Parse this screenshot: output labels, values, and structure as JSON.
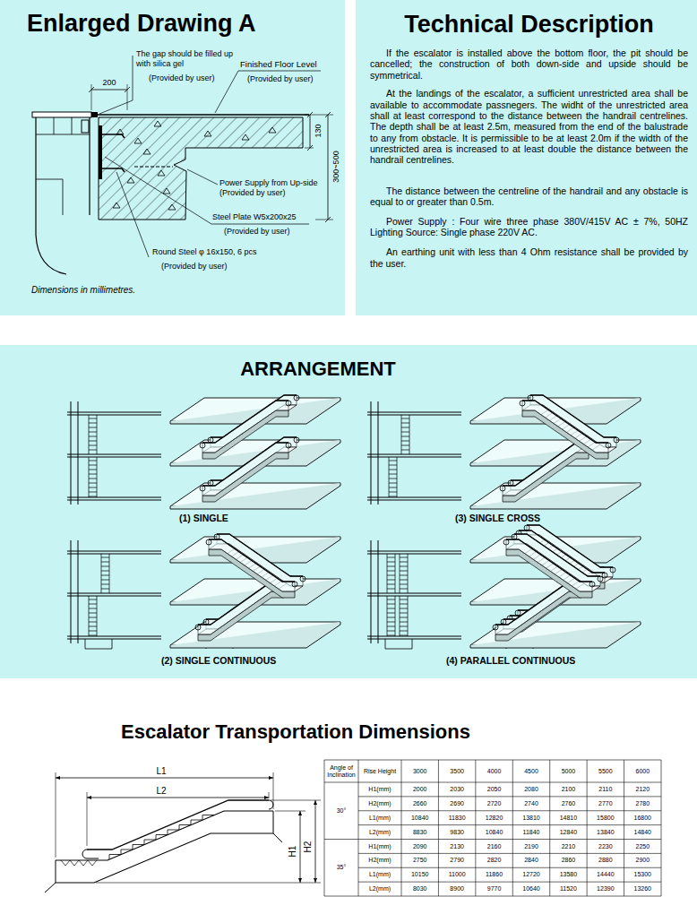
{
  "diagram": {
    "nodes": [
      {
        "text": [
          "Enlarged Drawing A"
        ]
      },
      {
        "text": [
          "Technical Description",
          "If the escalator is installed above the bottom floor, the pit should be cancelled; the construction of both down-side and upside should be symmetrical.",
          "At the landings of the escalator, a sufficient unrestricted area shall be available to accommodate passnegers. The widht of the unrestricted area shall at least correspond to the distance between the handrail centrelines. The depth shall be at least 2.5m, measured from the end of the balustrade to any from obstacle. It is permissible to be at least 2.0m if the width of the unrestricted area is increased to at least double the distance between the handrail centrelines.",
          "The distance between the centreline of the handrail and any obstacle is equal to or greater than 0.5m.",
          "Power Supply : Four wire three phase 380V/415V AC ± 7%, 50HZ Lighting Source: Single phase 220V AC.",
          "An earthing unit with less than 4 Ohm resistance shall be provided by the user."
        ]
      },
      {
        "text": [
          "ARRANGEMENT"
        ]
      }
    ],
    "labels": [
      "The gap should be filled up with silica gel",
      "(Provided by user)",
      "Finished Floor Level",
      "(Provided by user)",
      "200",
      "130",
      "300~500",
      "Power Supply from Up-side (Provided by user)",
      "Steel Plate W5x200x25",
      "(Provided by user)",
      "Round Steel φ 16x150, 6 pcs",
      "(Provided by user)",
      "Dimensions in millimetres.",
      "(1) SINGLE",
      "(3) SINGLE CROSS",
      "(2) SINGLE CONTINUOUS",
      "(4) PARALLEL CONTINUOUS",
      "Escalator Transportation Dimensions",
      "L1",
      "L2",
      "H1",
      "H2",
      "Angle of Inclination",
      "Rise Height",
      "3000",
      "3500",
      "4000",
      "4500",
      "5000",
      "5500",
      "6000",
      "30°",
      "H1(mm)",
      "2000",
      "2030",
      "2050",
      "2080",
      "2100",
      "2110",
      "2120",
      "H2(mm)",
      "2660",
      "2690",
      "2720",
      "2740",
      "2760",
      "2770",
      "2780",
      "L1(mm)",
      "10840",
      "11830",
      "12820",
      "13810",
      "14810",
      "15800",
      "16800",
      "L2(mm)",
      "8830",
      "9830",
      "10840",
      "11840",
      "12840",
      "13840",
      "14840",
      "35°",
      "H1(mm)",
      "2090",
      "2130",
      "2160",
      "2190",
      "2210",
      "2230",
      "2250",
      "H2(mm)",
      "2750",
      "2790",
      "2820",
      "2840",
      "2860",
      "2880",
      "2900",
      "L1(mm)",
      "10150",
      "11000",
      "11860",
      "12720",
      "13580",
      "14440",
      "15300",
      "L2(mm)",
      "8030",
      "8900",
      "9770",
      "10640",
      "11520",
      "12390",
      "13260"
    ]
  }
}
